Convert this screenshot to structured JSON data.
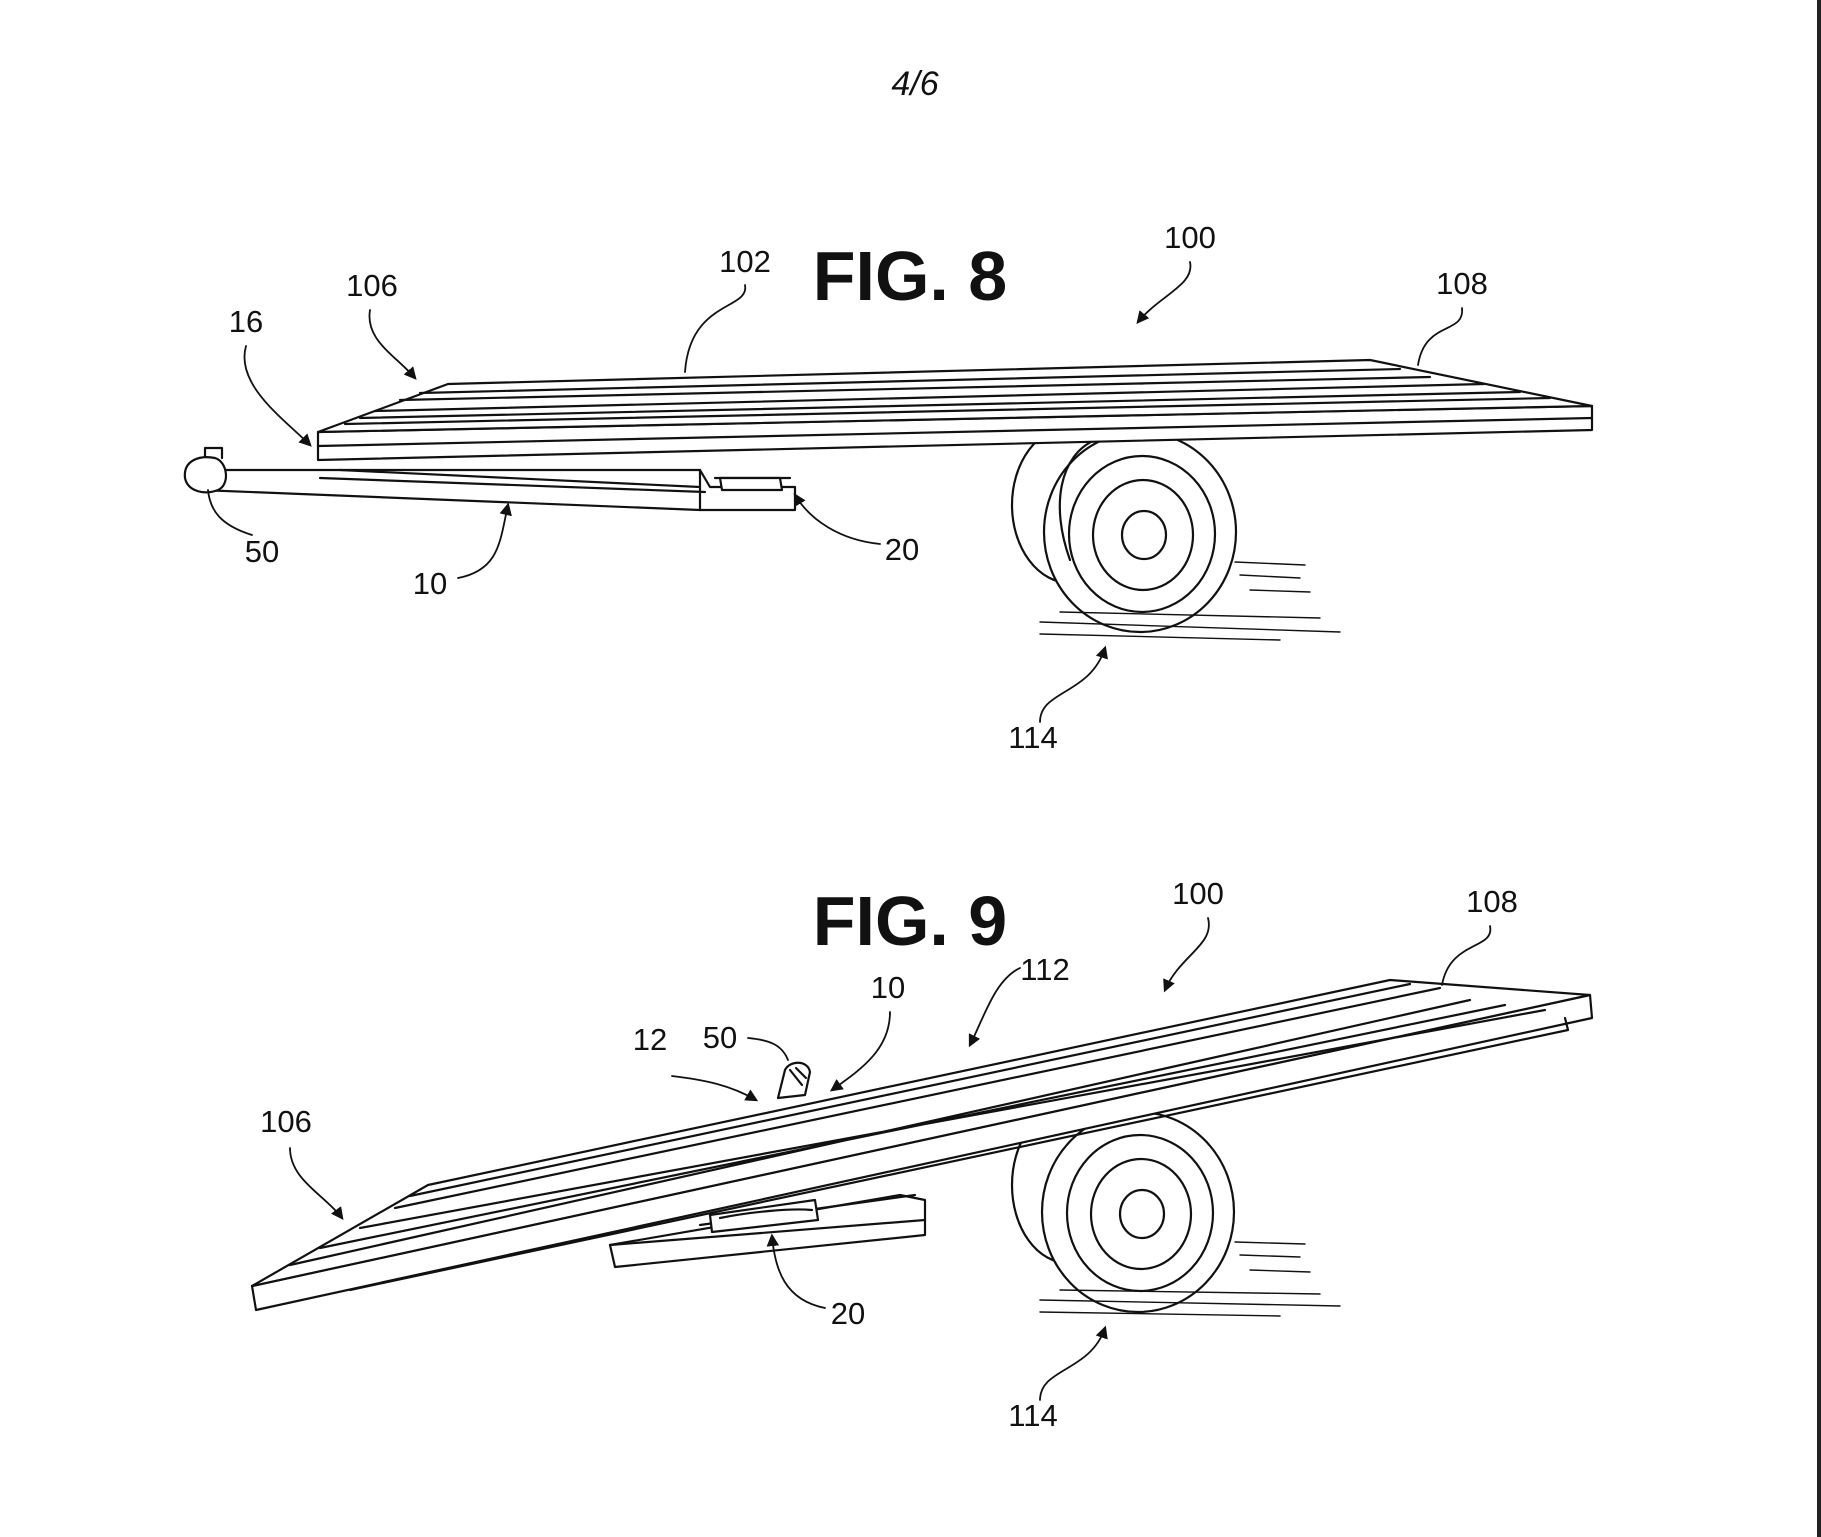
{
  "page": {
    "sheet_number": "4/6"
  },
  "figures": [
    {
      "title": "FIG. 8",
      "labels": {
        "l100": "100",
        "l102": "102",
        "l106": "106",
        "l108": "108",
        "l16": "16",
        "l50": "50",
        "l10": "10",
        "l20": "20",
        "l114": "114"
      }
    },
    {
      "title": "FIG. 9",
      "labels": {
        "l100": "100",
        "l108": "108",
        "l112": "112",
        "l10": "10",
        "l12": "12",
        "l50": "50",
        "l106": "106",
        "l20": "20",
        "l114": "114"
      }
    }
  ]
}
